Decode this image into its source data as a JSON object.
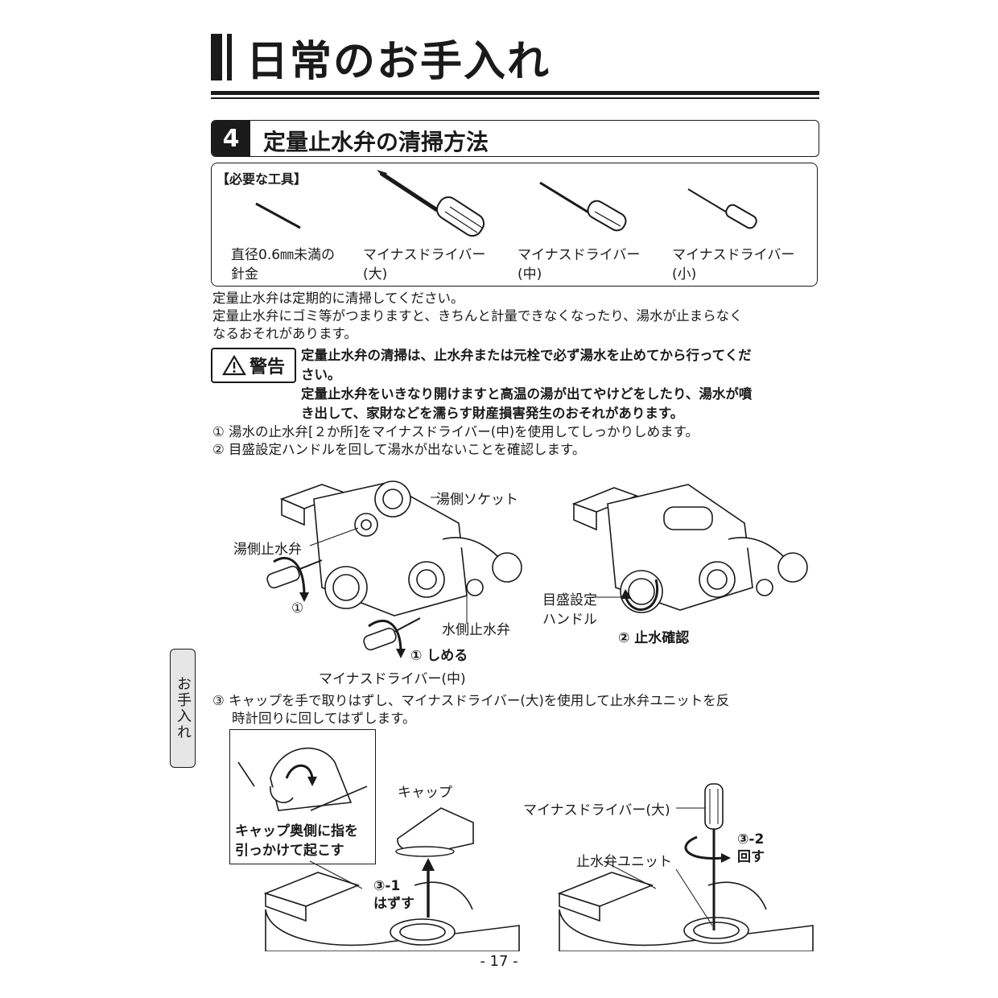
{
  "title": "日常のお手入れ",
  "section": {
    "number": "4",
    "title": "定量止水弁の清掃方法"
  },
  "tools": {
    "heading": "【必要な工具】",
    "items": [
      {
        "line1": "直径0.6㎜未満の",
        "line2": "針金"
      },
      {
        "line1": "マイナスドライバー",
        "line2": "(大)"
      },
      {
        "line1": "マイナスドライバー",
        "line2": "(中)"
      },
      {
        "line1": "マイナスドライバー",
        "line2": "(小)"
      }
    ]
  },
  "intro": {
    "line1": "定量止水弁は定期的に清掃してください。",
    "line2": "定量止水弁にゴミ等がつまりますと、きちんと計量できなくなったり、湯水が止まらなく",
    "line3": "なるおそれがあります。"
  },
  "warning": {
    "label": "警告",
    "line1": "定量止水弁の清掃は、止水弁または元栓で必ず湯水を止めてから行ってくだ",
    "line2": "さい。",
    "line3": "定量止水弁をいきなり開けますと高温の湯が出てやけどをしたり、湯水が噴",
    "line4": "き出して、家財などを濡らす財産損害発生のおそれがあります。"
  },
  "steps": {
    "s1": "① 湯水の止水弁[２か所]をマイナスドライバー(中)を使用してしっかりしめます。",
    "s2": "② 目盛設定ハンドルを回して湯水が出ないことを確認します。",
    "s3a": "③ キャップを手で取りはずし、マイナスドライバー(大)を使用して止水弁ユニットを反",
    "s3b": "時計回りに回してはずします。"
  },
  "fig1": {
    "hot_socket": "湯側ソケット",
    "hot_valve": "湯側止水弁",
    "circle1": "①",
    "cold_valve": "水側止水弁",
    "tighten": "① しめる",
    "driver_mid": "マイナスドライバー(中)"
  },
  "fig2": {
    "handle_line1": "目盛設定",
    "handle_line2": "ハンドル",
    "confirm": "② 止水確認"
  },
  "fig3": {
    "callout_line1": "キャップ奥側に指を",
    "callout_line2": "引っかけて起こす",
    "cap": "キャップ",
    "step31_a": "③-1",
    "step31_b": "はずす"
  },
  "fig4": {
    "driver_big": "マイナスドライバー(大)",
    "valve_unit": "止水弁ユニット",
    "step32_a": "③-2",
    "step32_b": "回す"
  },
  "side_tab": "お手入れ",
  "page_number": "- 17 -"
}
